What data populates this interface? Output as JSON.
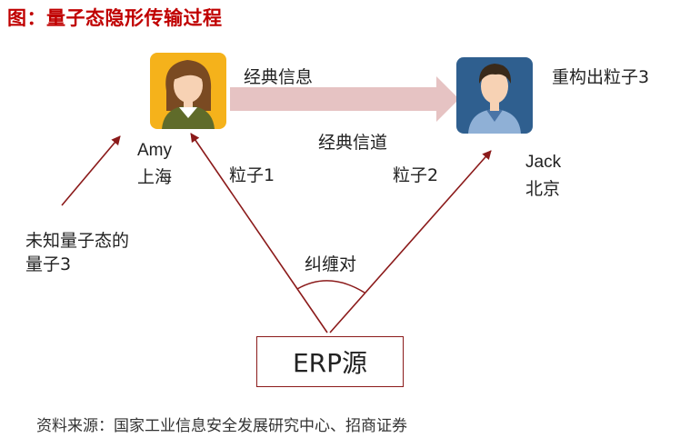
{
  "title": "图：量子态隐形传输过程",
  "amy": {
    "name": "Amy",
    "city": "上海"
  },
  "jack": {
    "name": "Jack",
    "city": "北京"
  },
  "classical_info_label": "经典信息",
  "classical_channel_label": "经典信道",
  "reconstruct_label": "重构出粒子3",
  "particle1_label": "粒子1",
  "particle2_label": "粒子2",
  "unknown_state_label_line1": "未知量子态的",
  "unknown_state_label_line2": "量子3",
  "entangled_label": "纠缠对",
  "erp_label": "ERP源",
  "source_note": "资料来源：国家工业信息安全发展研究中心、招商证券",
  "colors": {
    "title": "#c00000",
    "arrow": "#8b1a1a",
    "amy_bg": "#f5b21b",
    "jack_bg": "#2f5f8f",
    "classical_arrow": "#e6c3c3"
  }
}
